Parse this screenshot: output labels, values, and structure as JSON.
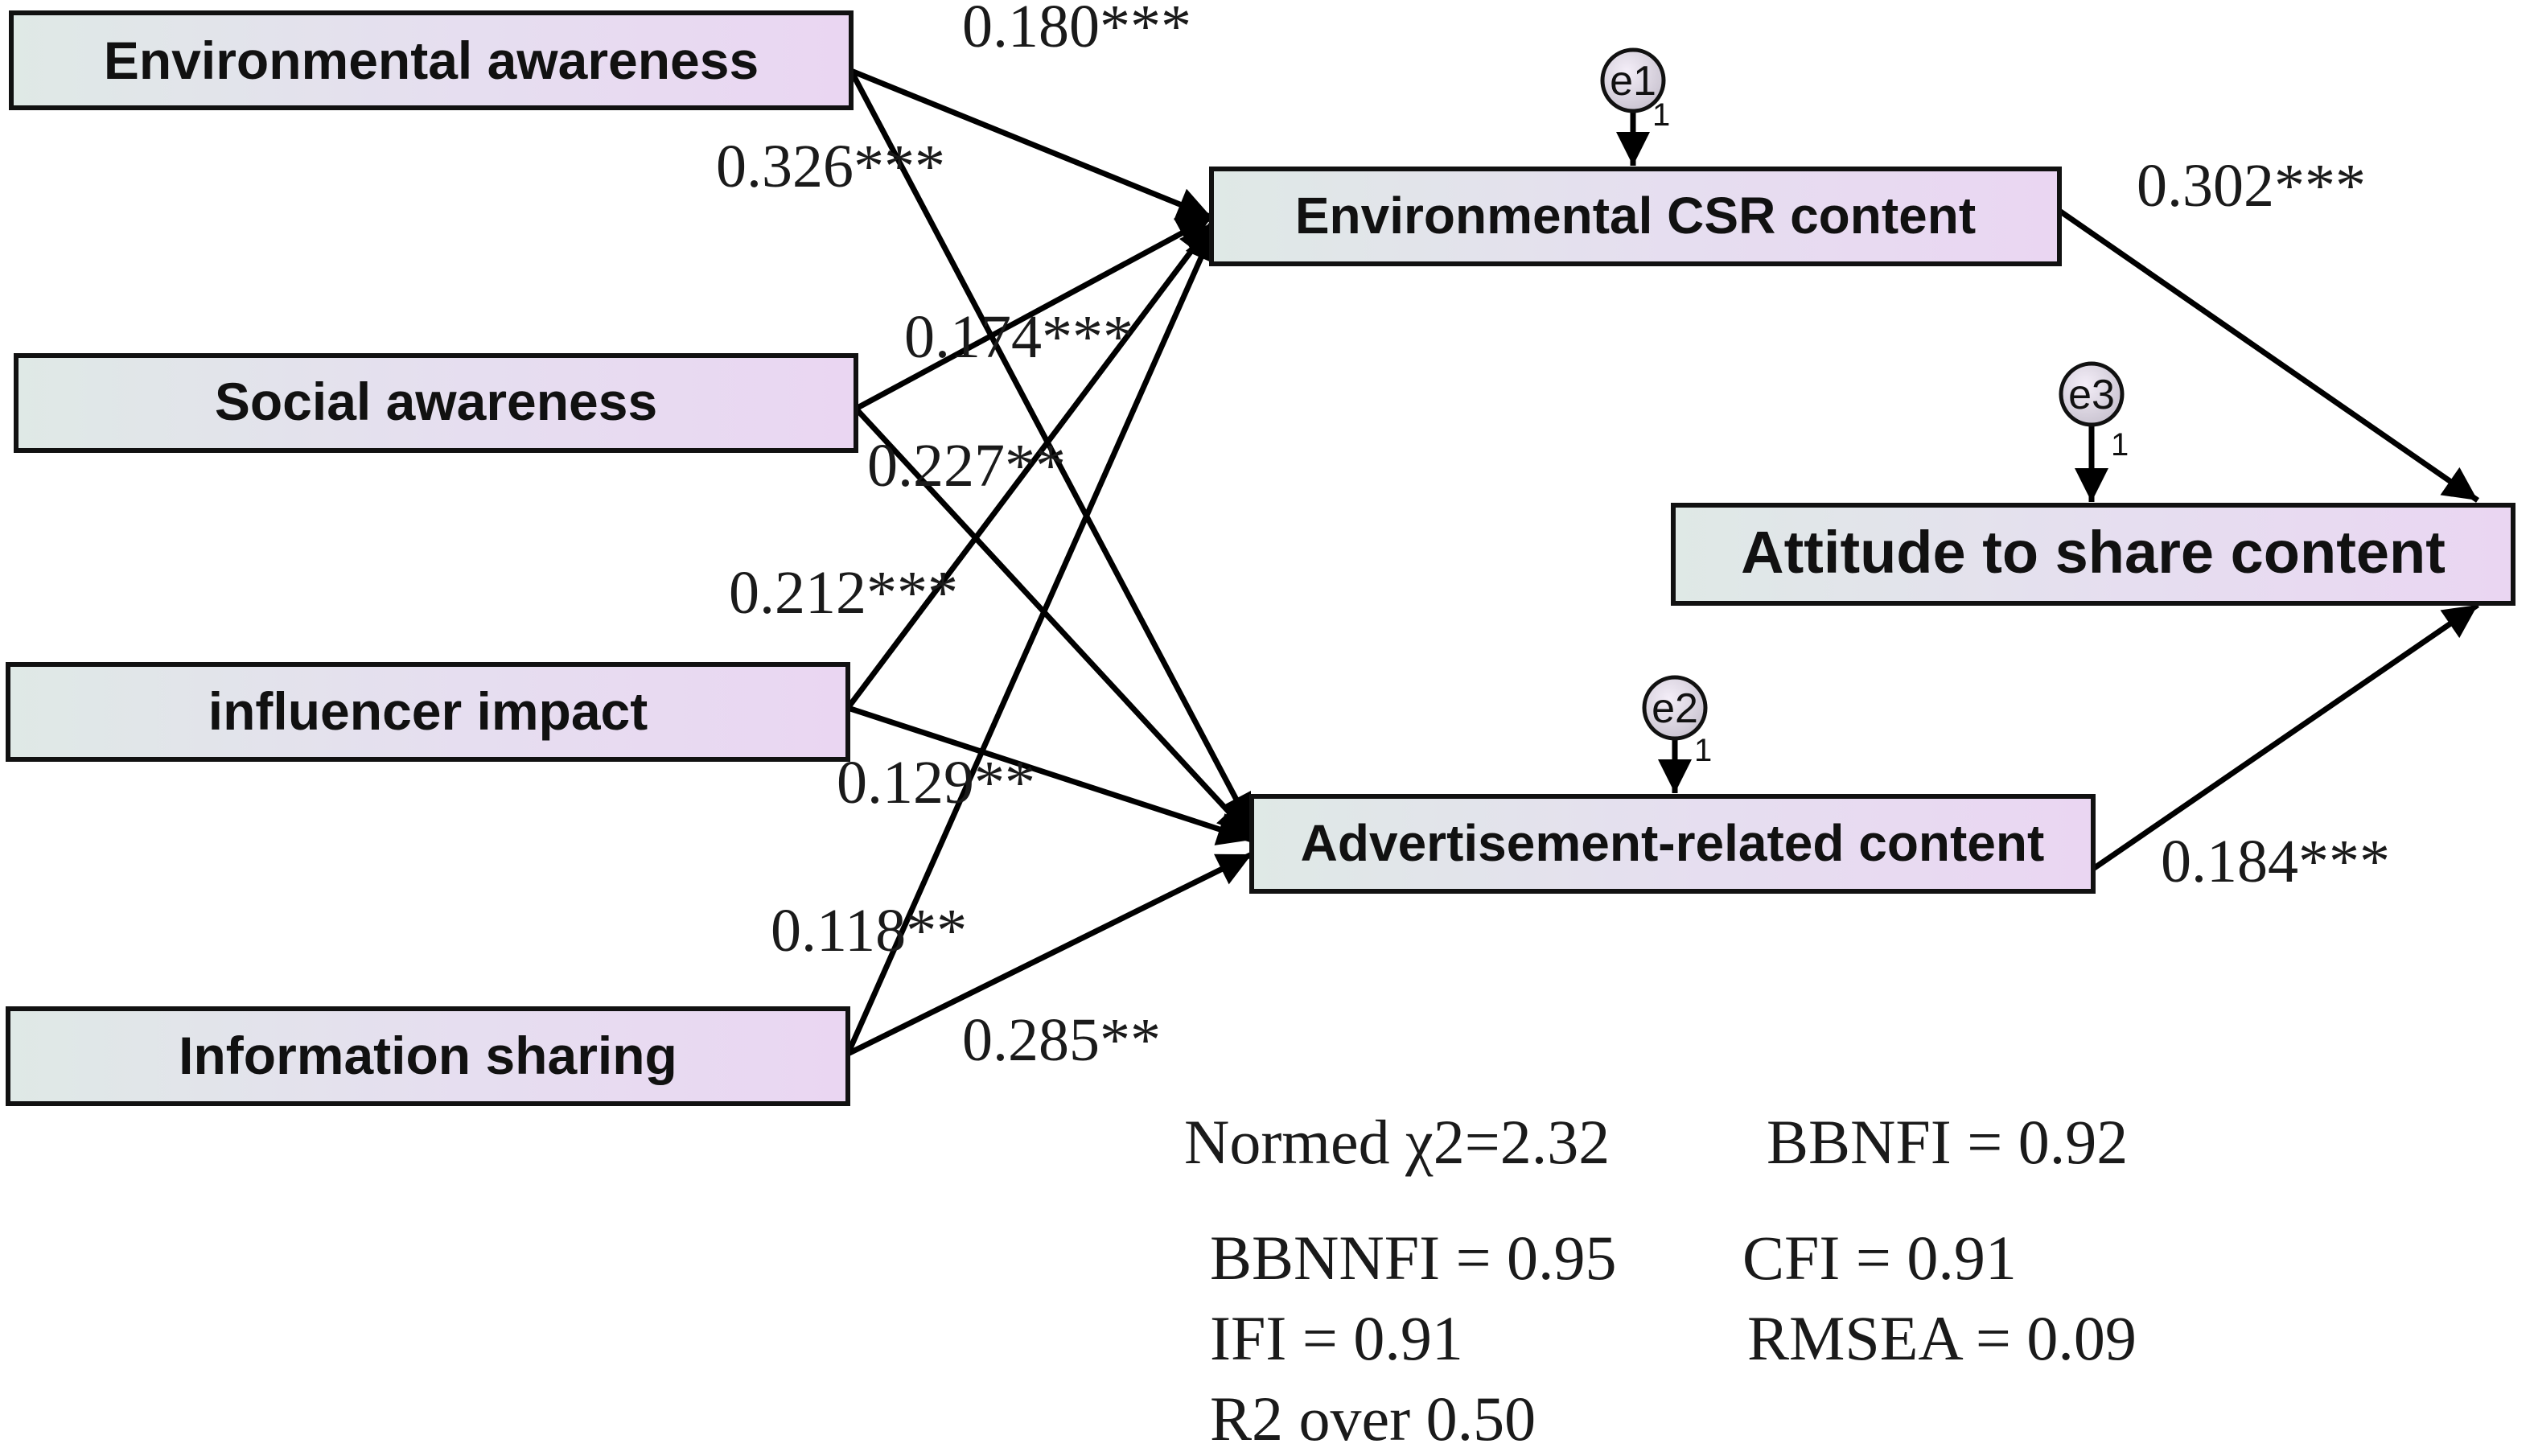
{
  "diagram": {
    "nodes": {
      "env_awareness": {
        "label": "Environmental awareness"
      },
      "social_awareness": {
        "label": "Social awareness"
      },
      "influencer_impact": {
        "label": "influencer impact"
      },
      "info_sharing": {
        "label": "Information sharing"
      },
      "env_csr": {
        "label": "Environmental CSR content"
      },
      "ad_content": {
        "label": "Advertisement-related content"
      },
      "attitude": {
        "label": "Attitude to share content"
      }
    },
    "errors": {
      "e1": {
        "label": "e1",
        "weight": "1"
      },
      "e2": {
        "label": "e2",
        "weight": "1"
      },
      "e3": {
        "label": "e3",
        "weight": "1"
      }
    },
    "coefficients": {
      "env_aw_to_csr": "0.180***",
      "env_aw_to_ad": "0.326***",
      "soc_aw_to_csr": "0.174***",
      "soc_aw_to_ad": "0.227**",
      "infl_to_csr": "0.212***",
      "infl_to_ad": "0.129**",
      "info_to_csr": "0.118**",
      "info_to_ad": "0.285**",
      "csr_to_attitude": "0.302***",
      "ad_to_attitude": "0.184***"
    },
    "fit_indices": {
      "normed_chi2": "Normed χ2=2.32",
      "bbnfi": "BBNFI = 0.92",
      "bbnnfi": "BBNNFI = 0.95",
      "cfi": "CFI = 0.91",
      "ifi": "IFI = 0.91",
      "rmsea": "RMSEA = 0.09",
      "r2": "R2 over 0.50"
    }
  }
}
